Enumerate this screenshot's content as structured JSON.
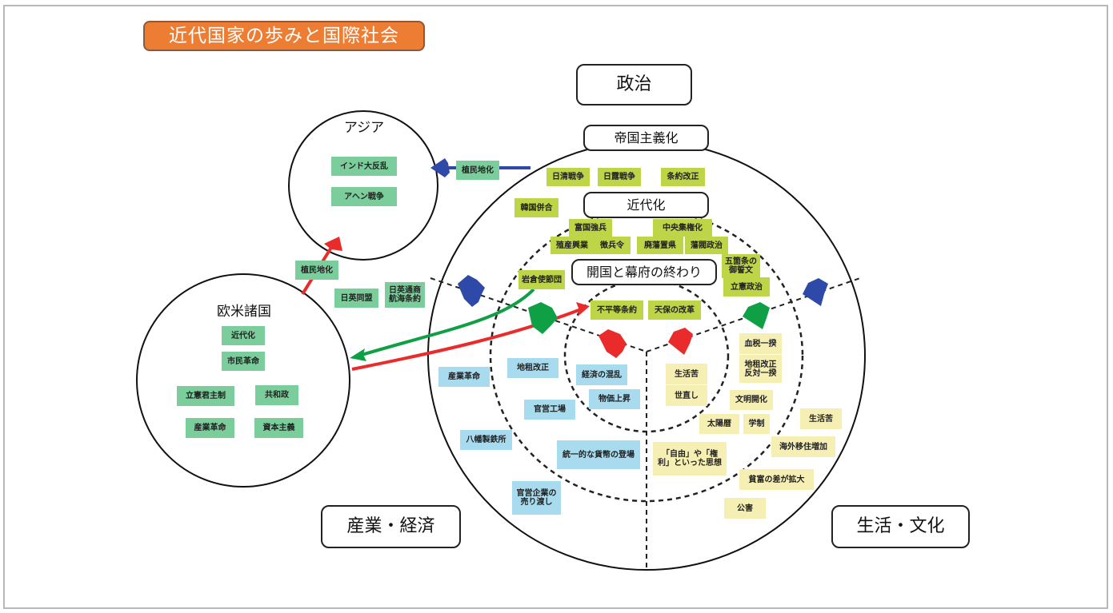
{
  "title": "近代国家の歩みと国際社会",
  "sections": {
    "politics": "政治",
    "industry": "産業・経済",
    "life": "生活・文化"
  },
  "rings": {
    "imperialism": "帝国主義化",
    "modernization": "近代化",
    "opening": "開国と幕府の終わり"
  },
  "asia": {
    "title": "アジア",
    "items": [
      "インド大反乱",
      "アヘン戦争"
    ]
  },
  "west": {
    "title": "欧米諸国",
    "items": [
      "近代化",
      "市民革命",
      "立憲君主制",
      "共和政",
      "産業革命",
      "資本主義"
    ]
  },
  "links": {
    "west_to_asia": "植民地化",
    "japan_to_asia": "植民地化",
    "alliance": "日英同盟",
    "treaty": "日英通商\n航海条約"
  },
  "politics_items": {
    "imperialism": [
      "日清戦争",
      "日露戦争",
      "条約改正",
      "韓国併合"
    ],
    "modernization": [
      "富国強兵",
      "殖産興業",
      "徴兵令",
      "中央集権化",
      "廃藩置県",
      "藩閥政治",
      "五箇条の\n御誓文",
      "立憲政治",
      "岩倉使節団"
    ],
    "opening": [
      "不平等条約",
      "天保の改革"
    ]
  },
  "economy_items": [
    "産業革命",
    "地租改正",
    "経済の混乱",
    "物価上昇",
    "官営工場",
    "八幡製鉄所",
    "統一的な貨幣の登場",
    "官営企業の\n売り渡し"
  ],
  "life_items": [
    "血税一揆",
    "地租改正\n反対一揆",
    "生活苦",
    "世直し",
    "文明開化",
    "太陽暦",
    "学制",
    "生活苦",
    "海外移住増加",
    "「自由」や「権\n利」といった思想",
    "貧富の差が拡大",
    "公害"
  ],
  "colors": {
    "title_bg": "#ee7d34",
    "world_tag": "#7ccd9c",
    "politics_tag": "#bdd546",
    "economy_tag": "#a9dbee",
    "life_tag": "#f6efb4",
    "arrow_blue": "#2e49a8",
    "arrow_green": "#0fa046",
    "arrow_red": "#ea2b2b"
  }
}
